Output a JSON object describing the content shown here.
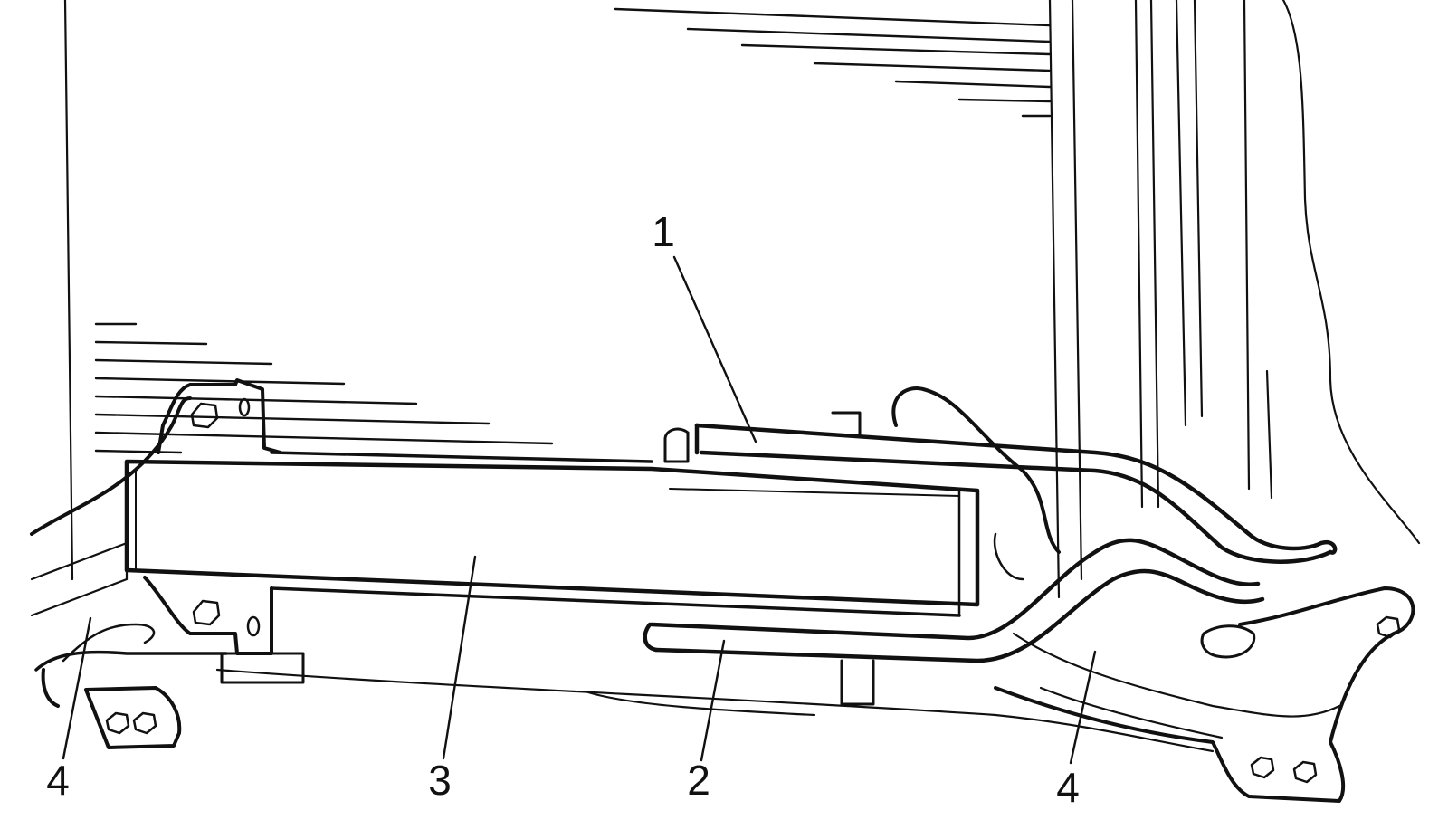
{
  "diagram": {
    "callouts": [
      {
        "id": "callout-1",
        "label": "1"
      },
      {
        "id": "callout-2",
        "label": "2"
      },
      {
        "id": "callout-3",
        "label": "3"
      },
      {
        "id": "callout-4-left",
        "label": "4"
      },
      {
        "id": "callout-4-right",
        "label": "4"
      }
    ],
    "colors": {
      "line": "#111111",
      "background": "#ffffff"
    }
  }
}
